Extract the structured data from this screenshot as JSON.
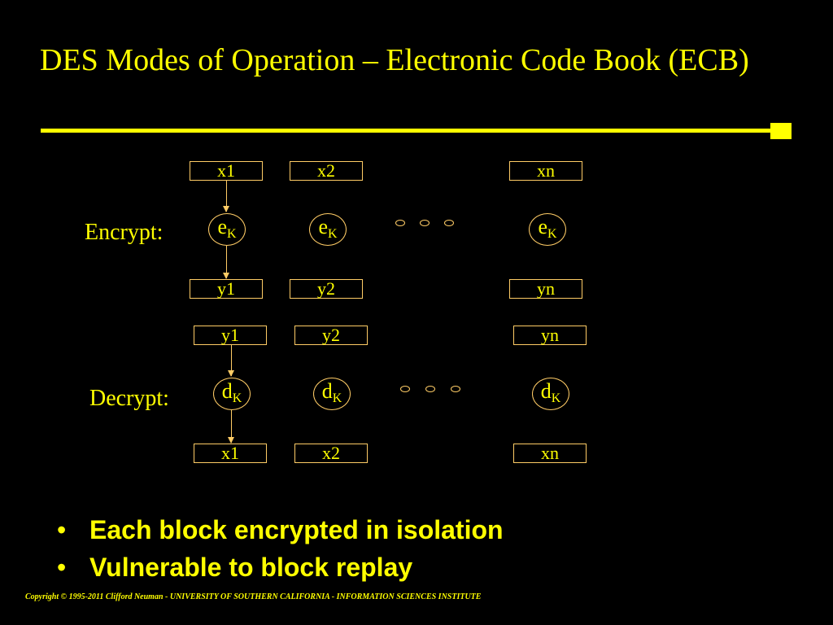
{
  "slide": {
    "title": "DES Modes of Operation – Electronic Code Book (ECB)",
    "colors": {
      "background": "#000000",
      "text": "#ffff00",
      "box_border": "#ffcc66",
      "arrow": "#ffcc66",
      "rule": "#ffff00"
    },
    "encrypt": {
      "label": "Encrypt:",
      "inputs": [
        "x1",
        "x2",
        "xn"
      ],
      "function": {
        "base": "e",
        "sub": "K"
      },
      "outputs": [
        "y1",
        "y2",
        "yn"
      ]
    },
    "decrypt": {
      "label": "Decrypt:",
      "inputs": [
        "y1",
        "y2",
        "yn"
      ],
      "function": {
        "base": "d",
        "sub": "K"
      },
      "outputs": [
        "x1",
        "x2",
        "xn"
      ]
    },
    "bullets": [
      {
        "marker": "•",
        "text": "Each block encrypted in isolation"
      },
      {
        "marker": "•",
        "text": "Vulnerable to block replay"
      }
    ],
    "copyright": "Copyright © 1995-2011 Clifford Neuman - UNIVERSITY OF SOUTHERN CALIFORNIA - INFORMATION SCIENCES INSTITUTE"
  }
}
